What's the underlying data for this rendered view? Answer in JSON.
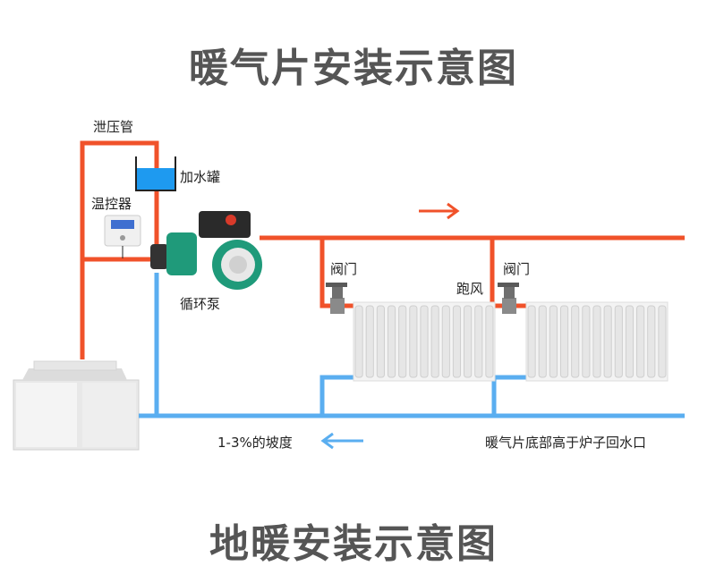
{
  "titles": {
    "top": "暖气片安装示意图",
    "bottom": "地暖安装示意图"
  },
  "labels": {
    "relief_pipe": "泄压管",
    "water_tank": "加水罐",
    "thermostat": "温控器",
    "pump": "循环泵",
    "valve_1": "阀门",
    "valve_2": "阀门",
    "vent": "跑风",
    "slope": "1-3%的坡度",
    "radiator_note": "暖气片底部高于炉子回水口"
  },
  "colors": {
    "supply_pipe": "#f0522a",
    "return_pipe": "#5aaef0",
    "pump_body": "#1f9a7a",
    "title": "#555555"
  }
}
